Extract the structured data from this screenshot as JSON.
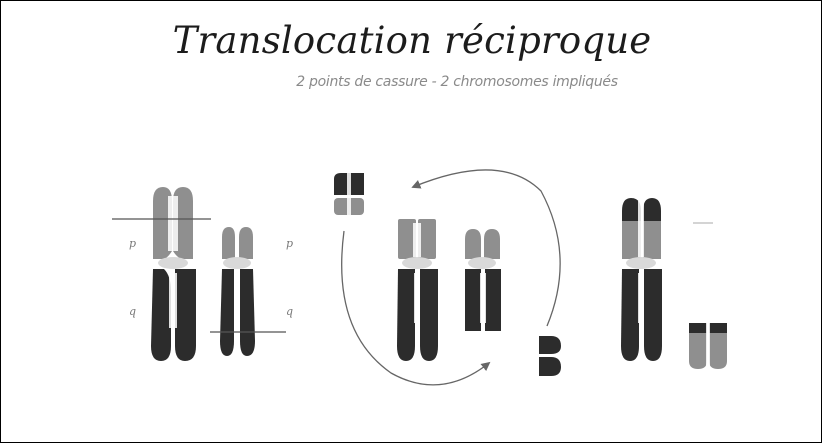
{
  "title": "Translocation réciproque",
  "subtitle": "2 points de cassure - 2 chromosomes impliqués",
  "labels": {
    "p_left": "p",
    "q_left": "q",
    "p_right": "p",
    "q_right": "q"
  },
  "colors": {
    "p_arm_light": "#8f8f8f",
    "q_arm_dark": "#2c2c2c",
    "centromere": "#d9d9d9",
    "breakpoint_line": "#555555",
    "arrow": "#666666"
  }
}
